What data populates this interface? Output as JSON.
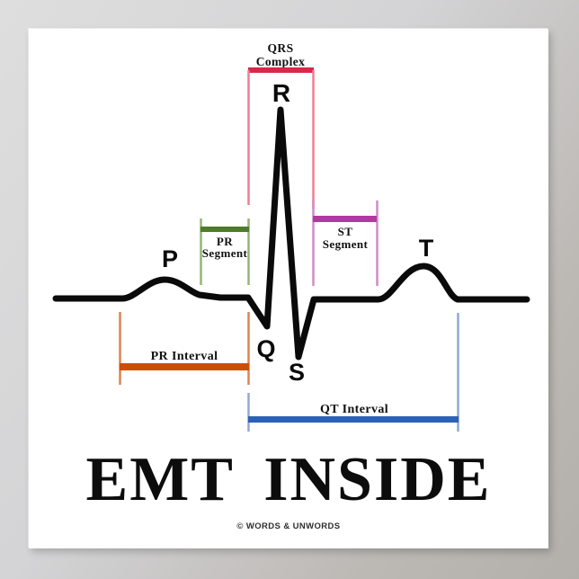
{
  "poster": {
    "title": "EMT INSIDE",
    "credit": "© WORDS & UNWORDS",
    "background": "#ffffff"
  },
  "ecg": {
    "trace_color": "#0a0a0a",
    "wave_labels": {
      "p": "P",
      "q": "Q",
      "r": "R",
      "s": "S",
      "t": "T"
    },
    "brackets": {
      "qrs_complex": {
        "line1": "QRS",
        "line2": "Complex",
        "bar_color": "#d8294a",
        "line_color": "#ee7e94"
      },
      "pr_segment": {
        "line1": "PR",
        "line2": "Segment",
        "bar_color": "#4d7c2b",
        "line_color": "#94b577"
      },
      "st_segment": {
        "line1": "ST",
        "line2": "Segment",
        "bar_color": "#b13a9f",
        "line_color": "#d08cc5"
      },
      "pr_interval": {
        "label": "PR Interval",
        "bar_color": "#cc4e03",
        "line_color": "#dd8350"
      },
      "qt_interval": {
        "label": "QT Interval",
        "bar_color": "#2d61b5",
        "line_color": "#92a9d0"
      }
    }
  }
}
